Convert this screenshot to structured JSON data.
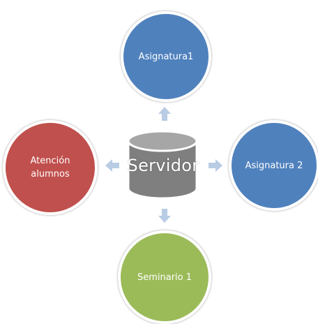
{
  "diagram": {
    "center": {
      "label": "Servidor"
    },
    "nodes": {
      "top": {
        "label": "Asignatura1"
      },
      "right": {
        "label": "Asignatura 2"
      },
      "bottom": {
        "label": "Seminario 1"
      },
      "left": {
        "label_line1": "Atención",
        "label_line2": "alumnos"
      }
    }
  },
  "colors": {
    "blue": "#4f81bd",
    "red": "#c0504d",
    "green": "#9bbb59",
    "cylinder": "#7f7f7f",
    "cylinder_top": "#a6a6a6",
    "arrow": "#b8cce4"
  },
  "icons": {
    "center": "database-cylinder-icon",
    "arrows": [
      "arrow-up-icon",
      "arrow-right-icon",
      "arrow-down-icon",
      "arrow-left-icon"
    ]
  }
}
